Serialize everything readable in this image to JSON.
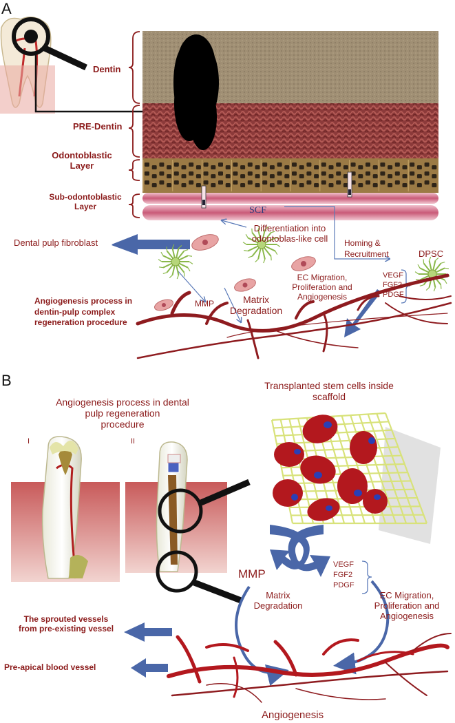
{
  "panel_a": {
    "letter": "A",
    "layers": {
      "dentin": "Dentin",
      "pre_dentin": "PRE-Dentin",
      "odontoblastic_line1": "Odontoblastic",
      "odontoblastic_line2": "Layer",
      "sub_line1": "Sub-odontoblastic",
      "sub_line2": "Layer"
    },
    "scf": "SCF",
    "differentiation_line1": "Differentiation into",
    "differentiation_line2": "odontoblas-like cell",
    "homing_line1": "Homing &",
    "homing_line2": "Recruitment",
    "dpsc": "DPSC",
    "fibroblast": "Dental pulp fibroblast",
    "growth_factors": [
      "VEGF",
      "FGF2",
      "PDGF"
    ],
    "ec_line1": "EC Migration,",
    "ec_line2": "Proliferation and",
    "ec_line3": "Angiogenesis",
    "mmp": "MMP",
    "matrix_line1": "Matrix",
    "matrix_line2": "Degradation",
    "angio_line1": "Angiogenesis process in",
    "angio_line2": "dentin-pulp complex",
    "angio_line3": "regeneration procedure"
  },
  "panel_b": {
    "letter": "B",
    "title_line1": "Angiogenesis process in dental",
    "title_line2": "pulp  regeneration",
    "title_line3": "procedure",
    "roman_1": "I",
    "roman_2": "II",
    "stem_line1": "Transplanted stem cells inside",
    "stem_line2": "scaffold",
    "mmp": "MMP",
    "growth_factors": [
      "VEGF",
      "FGF2",
      "PDGF"
    ],
    "matrix_line1": "Matrix",
    "matrix_line2": "Degradation",
    "ec_line1": "EC Migration,",
    "ec_line2": "Proliferation and",
    "ec_line3": "Angiogenesis",
    "sprouted_line1": "The sprouted vessels",
    "sprouted_line2": "from pre-existing vessel",
    "pre_apical": "Pre-apical blood vessel",
    "angiogenesis": "Angiogenesis"
  },
  "colors": {
    "label_red": "#8b1a1a",
    "arrow_blue": "#4a67a8",
    "vessel_red": "#8e1b1f",
    "cell_green": "#7fa63a",
    "dentin_brown": "#9a8a70",
    "predentin_red": "#8c3a3a",
    "odontoblast_brown": "#9b7a45",
    "scaffold_yellow": "#d8e27a"
  }
}
